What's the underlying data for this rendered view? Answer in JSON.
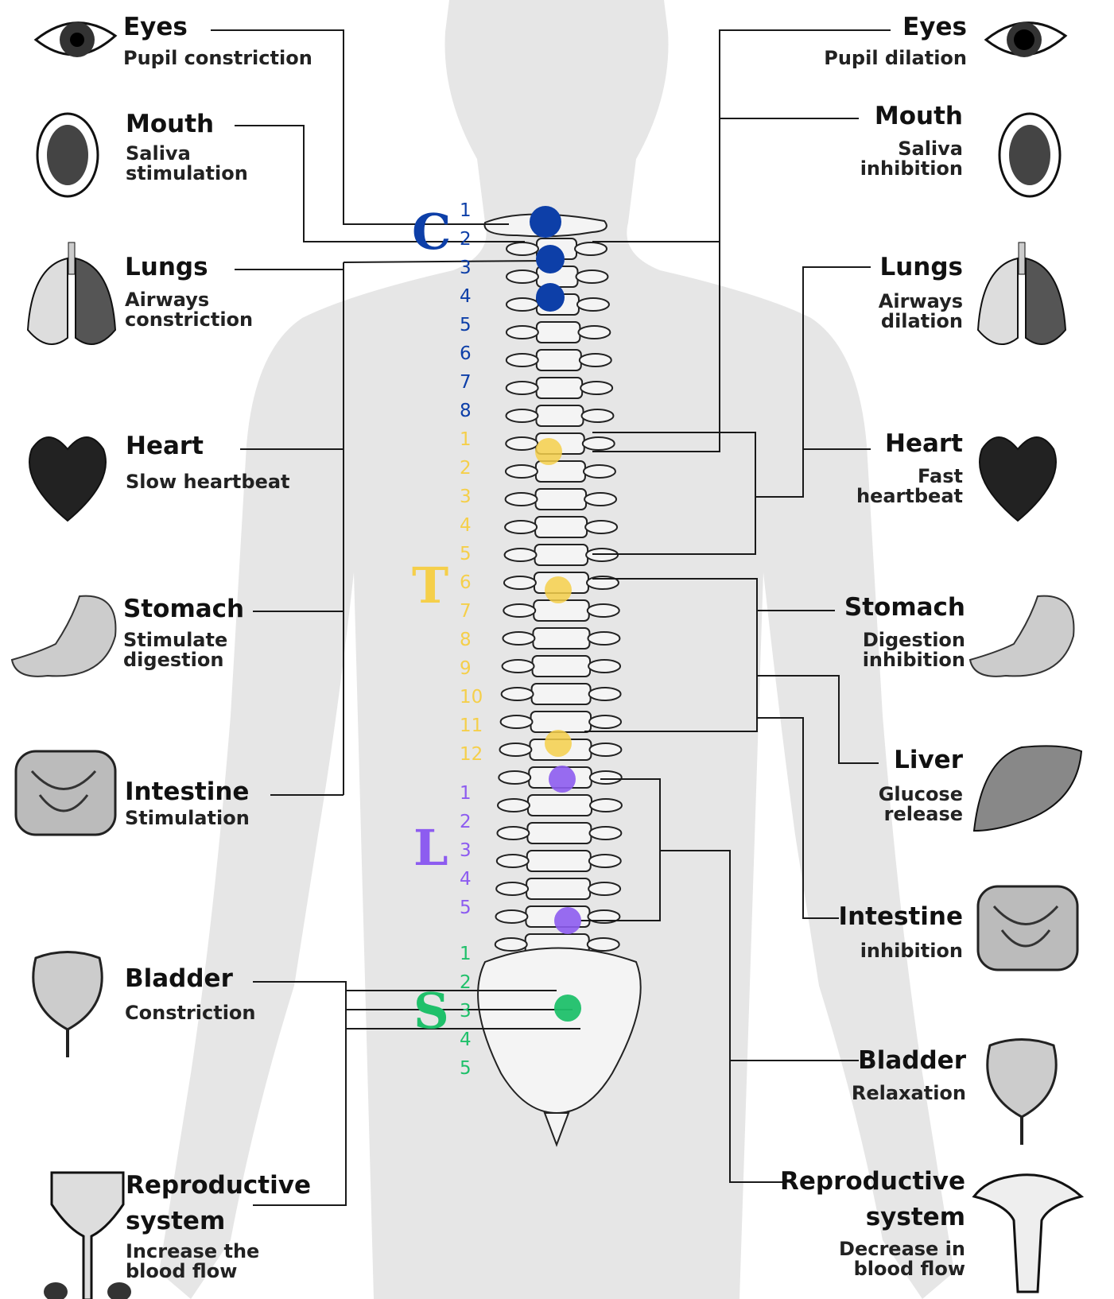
{
  "colors": {
    "cervical": "#0d3fa8",
    "thoracic": "#f5cf4a",
    "lumbar": "#8d5cf0",
    "sacral": "#1fc06a",
    "body": "#e6e6e6",
    "line": "#1a1a1a"
  },
  "segments": {
    "c": {
      "letter": "C",
      "numbers": [
        "1",
        "2",
        "3",
        "4",
        "5",
        "6",
        "7",
        "8"
      ]
    },
    "t": {
      "letter": "T",
      "numbers": [
        "1",
        "2",
        "3",
        "4",
        "5",
        "6",
        "7",
        "8",
        "9",
        "10",
        "11",
        "12"
      ]
    },
    "l": {
      "letter": "L",
      "numbers": [
        "1",
        "2",
        "3",
        "4",
        "5"
      ]
    },
    "s": {
      "letter": "S",
      "numbers": [
        "1",
        "2",
        "3",
        "4",
        "5"
      ]
    }
  },
  "left": {
    "eyes": {
      "title": "Eyes",
      "sub": "Pupil constriction",
      "icon": "eye-icon"
    },
    "mouth": {
      "title": "Mouth",
      "sub1": "Saliva",
      "sub2": "stimulation",
      "icon": "mouth-icon"
    },
    "lungs": {
      "title": "Lungs",
      "sub1": "Airways",
      "sub2": "constriction",
      "icon": "lungs-icon"
    },
    "heart": {
      "title": "Heart",
      "sub": "Slow heartbeat",
      "icon": "heart-icon"
    },
    "stomach": {
      "title": "Stomach",
      "sub1": "Stimulate",
      "sub2": "digestion",
      "icon": "stomach-icon"
    },
    "intestine": {
      "title": "Intestine",
      "sub": "Stimulation",
      "icon": "intestine-icon"
    },
    "bladder": {
      "title": "Bladder",
      "sub": "Constriction",
      "icon": "bladder-icon"
    },
    "reproductive": {
      "title1": "Reproductive",
      "title2": "system",
      "sub1": "Increase the",
      "sub2": "blood flow",
      "icon": "male-reproductive-icon"
    }
  },
  "right": {
    "eyes": {
      "title": "Eyes",
      "sub": "Pupil dilation",
      "icon": "eye-icon"
    },
    "mouth": {
      "title": "Mouth",
      "sub1": "Saliva",
      "sub2": "inhibition",
      "icon": "mouth-icon"
    },
    "lungs": {
      "title": "Lungs",
      "sub1": "Airways",
      "sub2": "dilation",
      "icon": "lungs-icon"
    },
    "heart": {
      "title": "Heart",
      "sub1": "Fast",
      "sub2": "heartbeat",
      "icon": "heart-icon"
    },
    "stomach": {
      "title": "Stomach",
      "sub1": "Digestion",
      "sub2": "inhibition",
      "icon": "stomach-icon"
    },
    "liver": {
      "title": "Liver",
      "sub1": "Glucose",
      "sub2": "release",
      "icon": "liver-icon"
    },
    "intestine": {
      "title": "Intestine",
      "sub": "inhibition",
      "icon": "intestine-icon"
    },
    "bladder": {
      "title": "Bladder",
      "sub": "Relaxation",
      "icon": "bladder-icon"
    },
    "reproductive": {
      "title1": "Reproductive",
      "title2": "system",
      "sub1": "Decrease in",
      "sub2": "blood flow",
      "icon": "female-reproductive-icon"
    }
  }
}
